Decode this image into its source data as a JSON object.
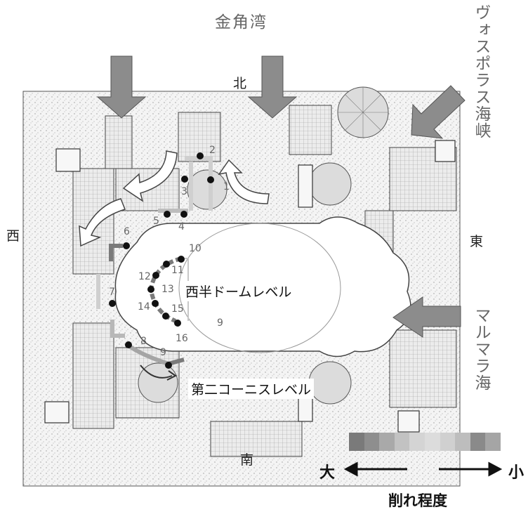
{
  "labels": {
    "golden_horn": "金角湾",
    "bosporus": "ヴォスポラス海峡",
    "marmara": "マルマラ海",
    "north": "北",
    "west": "西",
    "east": "東",
    "south": "南",
    "west_half_dome": "西半ドームレベル",
    "second_cornice": "第二コーニスレベル"
  },
  "point_numbers": [
    "1",
    "2",
    "3",
    "4",
    "5",
    "6",
    "7",
    "8",
    "9",
    "10",
    "11",
    "12",
    "13",
    "14",
    "15",
    "16",
    "9"
  ],
  "legend": {
    "large": "大",
    "small": "小",
    "caption": "削れ程度",
    "scale_colors": [
      "#7a7a7a",
      "#8e8e8e",
      "#a9a9a9",
      "#c2c2c2",
      "#d4d4d4",
      "#dcdcdc",
      "#d0d0d0",
      "#bdbdbd",
      "#8a8a8a",
      "#a5a5a5"
    ]
  },
  "colors": {
    "wind_arrow": "#8c8c8c",
    "curve_dark": "#7a7a7a",
    "curve_light": "#cfcfcf",
    "marker": "#111111"
  }
}
